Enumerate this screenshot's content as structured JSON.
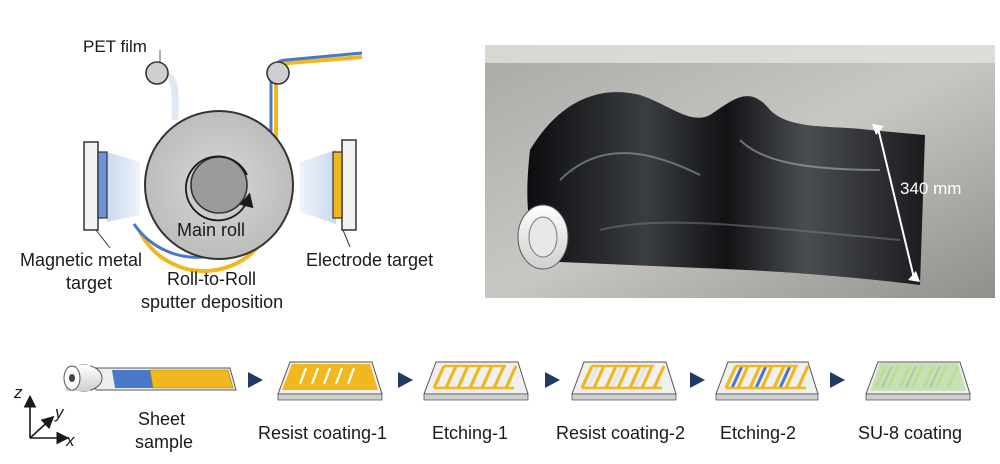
{
  "schematic": {
    "pet_film_label": "PET film",
    "main_roll_label": "Main roll",
    "magnetic_target_label_line1": "Magnetic metal",
    "magnetic_target_label_line2": "target",
    "electrode_target_label": "Electrode target",
    "process_label_line1": "Roll-to-Roll",
    "process_label_line2": "sputter deposition"
  },
  "photo": {
    "width_label": "340 mm"
  },
  "process_steps": [
    {
      "label_line1": "Sheet",
      "label_line2": "sample"
    },
    {
      "label_line1": "Resist coating-1"
    },
    {
      "label_line1": "Etching-1"
    },
    {
      "label_line1": "Resist coating-2"
    },
    {
      "label_line1": "Etching-2"
    },
    {
      "label_line1": "SU-8 coating"
    }
  ],
  "axes": {
    "z": "z",
    "y": "y",
    "x": "x"
  },
  "colors": {
    "pet_film": "#dfe9f5",
    "magnetic_layer": "#4a78c8",
    "electrode_layer": "#f0b81e",
    "arrow": "#1f3a66",
    "su8": "#b8dca0"
  }
}
